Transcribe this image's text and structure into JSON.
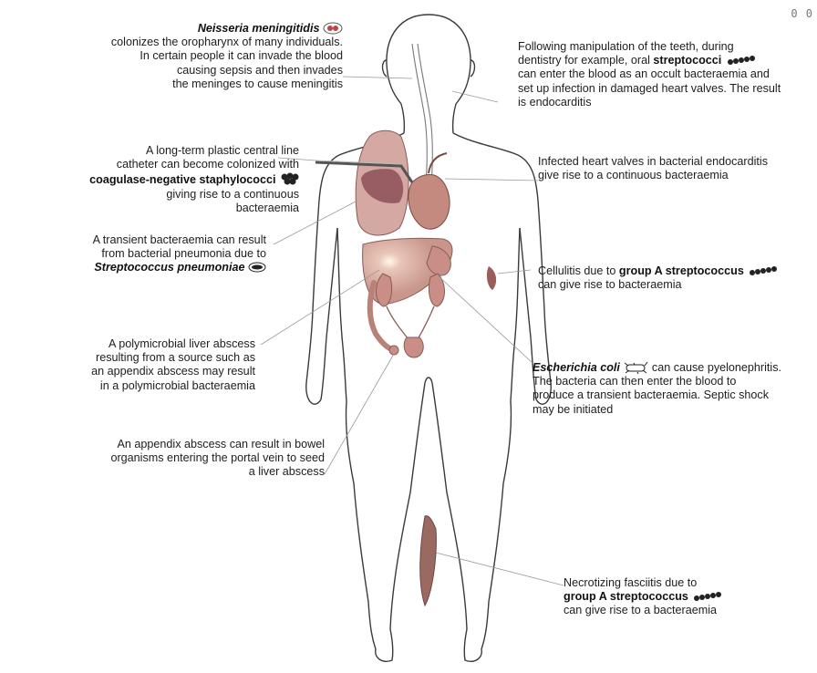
{
  "corner_mark": "0 0",
  "annotations": {
    "neisseria": {
      "organism": "Neisseria meningitidis",
      "lines": [
        "colonizes the oropharynx of many individuals.",
        "In certain people it can invade the blood",
        "causing sepsis and then invades",
        "the meninges to cause meningitis"
      ]
    },
    "dental": {
      "line1": "Following manipulation of the teeth, during",
      "line2_pre": "dentistry for example, oral ",
      "line2_bold": "streptococci",
      "lines": [
        "can enter the blood as an occult bacteraemia and",
        "set up infection in damaged heart valves. The result",
        "is endocarditis"
      ]
    },
    "catheter": {
      "line1": "A long-term plastic central line",
      "line2": "catheter can become colonized with",
      "bold": "coagulase-negative staphylococci",
      "line4": "giving rise to a continuous",
      "line5": "bacteraemia"
    },
    "endocarditis": {
      "lines": [
        "Infected heart valves in bacterial endocarditis",
        "give rise to a continuous bacteraemia"
      ]
    },
    "pneumonia": {
      "line1": "A transient bacteraemia can result",
      "line2": "from bacterial pneumonia due to",
      "organism": "Streptococcus pneumoniae"
    },
    "cellulitis": {
      "pre": "Cellulitis due to ",
      "bold": "group A streptococcus",
      "line2": "can give rise to bacteraemia"
    },
    "liver_abscess": {
      "lines": [
        "A polymicrobial liver abscess",
        "resulting from a source such as",
        "an appendix abscess may result",
        "in a polymicrobial bacteraemia"
      ]
    },
    "ecoli": {
      "organism": "Escherichia coli",
      "post": " can cause pyelonephritis.",
      "lines": [
        "The bacteria can then enter the blood to",
        "produce a transient bacteraemia. Septic shock",
        "may be initiated"
      ]
    },
    "appendix": {
      "lines": [
        "An appendix abscess can result in bowel",
        "organisms entering the portal vein to seed",
        "a liver abscess"
      ]
    },
    "fasciitis": {
      "line1": "Necrotizing fasciitis due to",
      "bold": "group A streptococcus",
      "line3": "can give rise to a bacteraemia"
    }
  },
  "icons": [
    "diplococcus-icon",
    "streptococcus-chain-icon",
    "staphylococcus-cluster-icon",
    "pneumococcus-icon",
    "bacillus-icon"
  ],
  "colors": {
    "outline": "#3a3a3a",
    "organ": "#c98f86",
    "organ_dark": "#9a5d5a",
    "heart": "#c48a80",
    "lung": "#d4a9a3"
  }
}
